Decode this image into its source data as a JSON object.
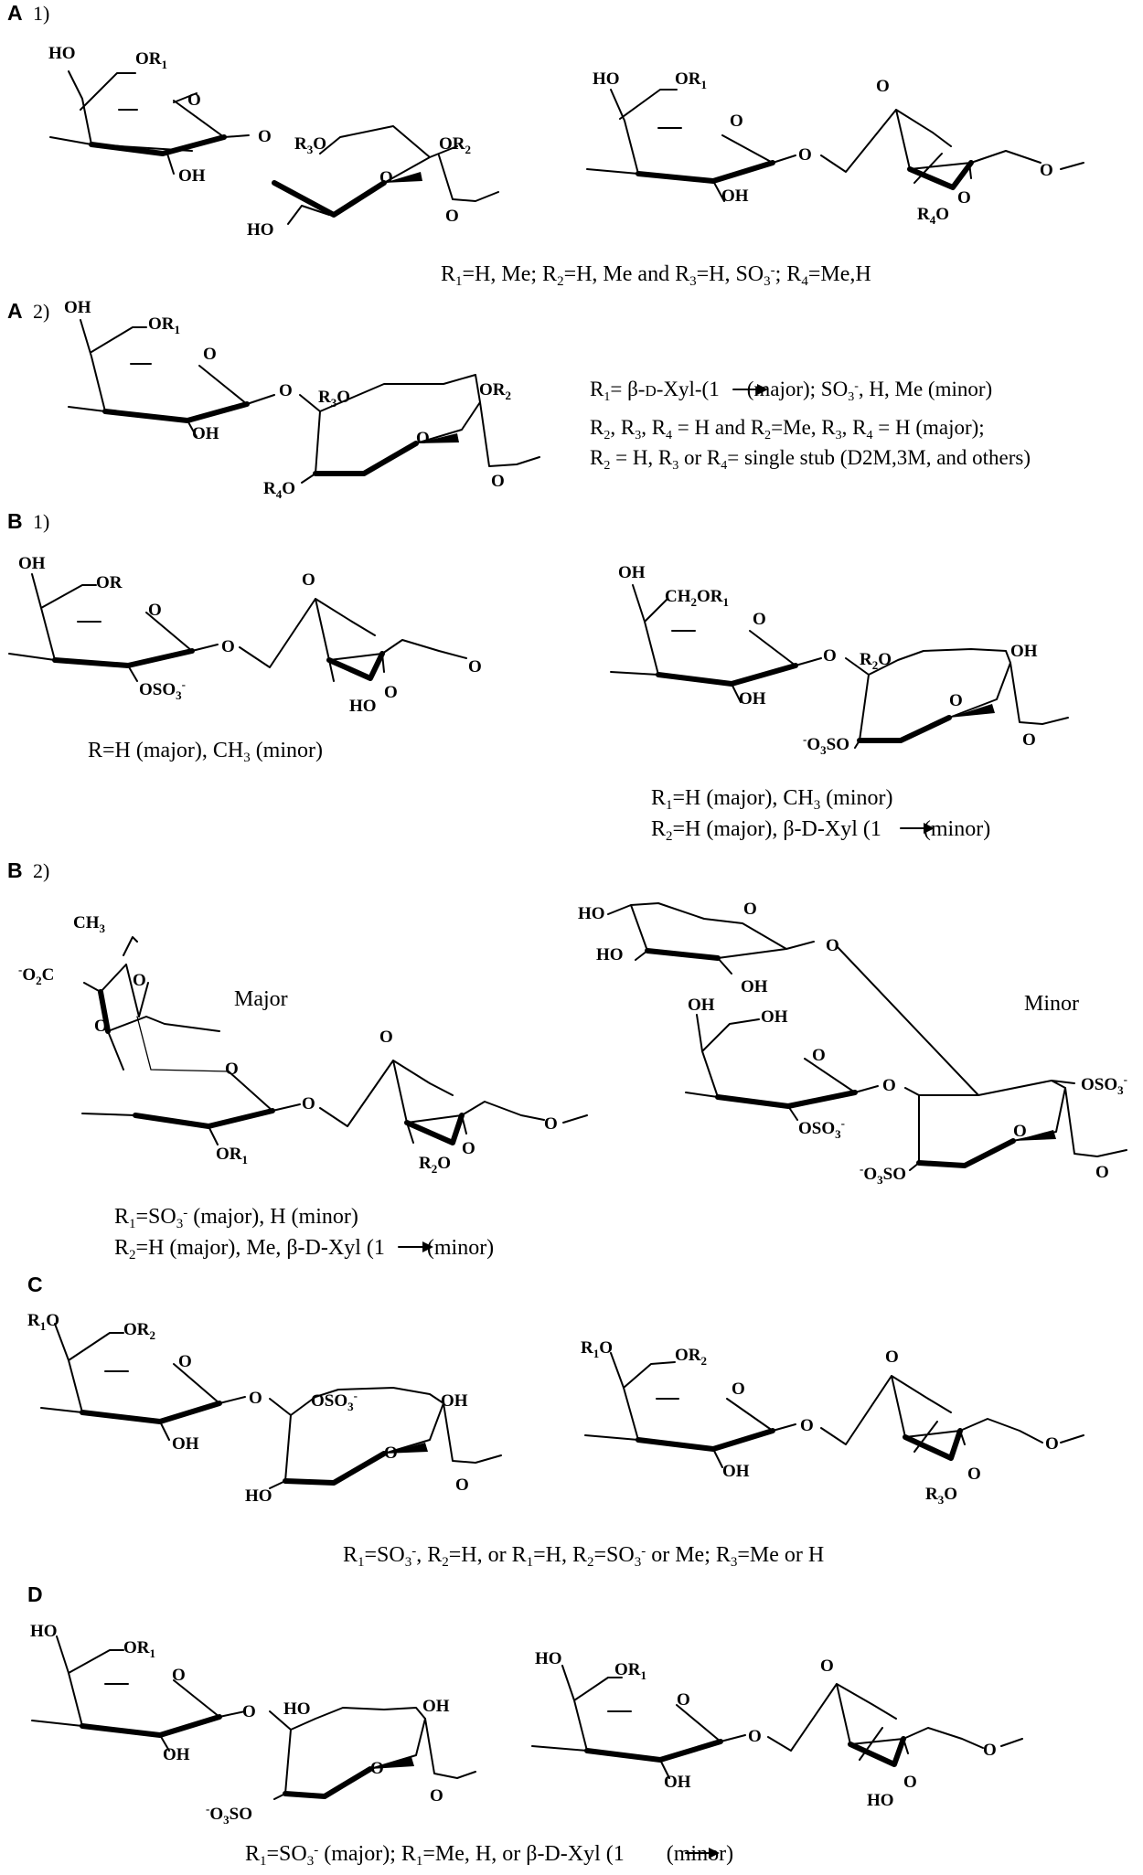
{
  "panels": {
    "A1": {
      "panel": "A",
      "index": "1)",
      "left": {
        "ho": "HO",
        "or1": "OR",
        "or1_sub": "1",
        "o_ring": "O",
        "o_link": "O",
        "oh": "OH",
        "r3o": "R",
        "r3o_sub": "3",
        "r3o_o": "O",
        "or2": "OR",
        "or2_sub": "2",
        "o_ring2": "O",
        "ho2": "HO",
        "o_end": "O"
      },
      "right": {
        "ho": "HO",
        "or1": "OR",
        "or1_sub": "1",
        "o_ring": "O",
        "o_link": "O",
        "oh": "OH",
        "o_bridge": "O",
        "o_ring2": "O",
        "r4o": "R",
        "r4o_sub": "4",
        "r4o_o": "O",
        "o_end": "O"
      },
      "caption": [
        "R",
        "1",
        "=H, Me; R",
        "2",
        "=H, Me and R",
        "3",
        "=H, SO",
        "3",
        "-",
        "; R",
        "4",
        "=Me,H"
      ]
    },
    "A2": {
      "panel": "A",
      "index": "2)",
      "oh": "OH",
      "or1": "OR",
      "or1_sub": "1",
      "o_ring": "O",
      "o_link": "O",
      "oh2": "OH",
      "r3o": "R",
      "r3o_sub": "3",
      "r3o_o": "O",
      "or2": "OR",
      "or2_sub": "2",
      "o_ring2": "O",
      "r4o": "R",
      "r4o_sub": "4",
      "r4o_o": "O",
      "o_end": "O",
      "note1": [
        "R",
        "1",
        "= β-",
        "D",
        "-Xyl-(1",
        "(major); SO",
        "3",
        "-",
        ", H, Me (minor)"
      ],
      "note2": [
        "R",
        "2",
        ", R",
        "3",
        ", R",
        "4",
        " = H and R",
        "2",
        "=Me, R",
        "3",
        ", R",
        "4",
        " = H (major);"
      ],
      "note3": [
        "R",
        "2",
        " = H, R",
        "3",
        " or R",
        "4",
        "= single stub (D2M,3M, and others)"
      ]
    },
    "B1": {
      "panel": "B",
      "index": "1)",
      "left": {
        "oh": "OH",
        "or": "OR",
        "o_ring": "O",
        "o_link": "O",
        "oso3": "OSO",
        "oso3_sub": "3",
        "oso3_sup": "-",
        "o_bridge": "O",
        "ho": "HO",
        "o_ring2": "O",
        "o_end": "O"
      },
      "left_caption": [
        "R=H (major), CH",
        "3",
        " (minor)"
      ],
      "right": {
        "oh": "OH",
        "ch2or1": "CH",
        "ch2or1_sub": "2",
        "ch2or1_or": "OR",
        "ch2or1_sub2": "1",
        "o_ring": "O",
        "o_link": "O",
        "oh2": "OH",
        "r2o": "R",
        "r2o_sub": "2",
        "r2o_o": "O",
        "oh3": "OH",
        "o_ring2": "O",
        "o3so": "-",
        "o3so_o": "O",
        "o3so_sub": "3",
        "o3so_so": "SO",
        "o_end": "O"
      },
      "right_caption1": [
        "R",
        "1",
        "=H (major), CH",
        "3",
        " (minor)"
      ],
      "right_caption2": [
        "R",
        "2",
        "=H (major), β-D-Xyl (1",
        "(minor)"
      ]
    },
    "B2": {
      "panel": "B",
      "index": "2)",
      "left": {
        "ch3": "CH",
        "ch3_sub": "3",
        "o2c": "-",
        "o2c_o": "O",
        "o2c_sub": "2",
        "o2c_c": "C",
        "o_a": "O",
        "o_b": "O",
        "major": "Major",
        "o_ring": "O",
        "o_link": "O",
        "or1": "OR",
        "or1_sub": "1",
        "o_bridge": "O",
        "r2o": "R",
        "r2o_sub": "2",
        "r2o_o": "O",
        "o_ring2": "O",
        "o_end": "O"
      },
      "caption1": [
        "R",
        "1",
        "=SO",
        "3",
        "-",
        " (major), H (minor)"
      ],
      "caption2": [
        "R",
        "2",
        "=H (major), Me, β-D-Xyl (1",
        "(minor)"
      ],
      "right": {
        "ho1": "HO",
        "o_x": "O",
        "ho2": "HO",
        "oh_x": "OH",
        "o_xlink": "O",
        "minor": "Minor",
        "oh1": "OH",
        "oh2": "OH",
        "o_ring": "O",
        "o_link": "O",
        "oso3a": "OSO",
        "oso3a_sub": "3",
        "oso3a_sup": "-",
        "oso3b": "OSO",
        "oso3b_sub": "3",
        "oso3b_sup": "-",
        "o_ring2": "O",
        "o3so": "-",
        "o3so_o": "O",
        "o3so_sub": "3",
        "o3so_so": "SO",
        "o_end": "O"
      }
    },
    "C": {
      "panel": "C",
      "left": {
        "r1o": "R",
        "r1o_sub": "1",
        "r1o_o": "O",
        "or2": "OR",
        "or2_sub": "2",
        "o_ring": "O",
        "o_link": "O",
        "oh": "OH",
        "oso3": "OSO",
        "oso3_sub": "3",
        "oso3_sup": "-",
        "oh2": "OH",
        "o_ring2": "O",
        "ho": "HO",
        "o_end": "O"
      },
      "right": {
        "r1o": "R",
        "r1o_sub": "1",
        "r1o_o": "O",
        "or2": "OR",
        "or2_sub": "2",
        "o_ring": "O",
        "o_link": "O",
        "oh": "OH",
        "o_bridge": "O",
        "o_end": "O",
        "r3o": "R",
        "r3o_sub": "3",
        "r3o_o": "O",
        "o_ring2": "O"
      },
      "caption": [
        "R",
        "1",
        "=SO",
        "3",
        "-",
        ", R",
        "2",
        "=H, or R",
        "1",
        "=H, R",
        "2",
        "=SO",
        "3",
        "-",
        " or Me; R",
        "3",
        "=Me or H"
      ]
    },
    "D": {
      "panel": "D",
      "left": {
        "ho": "HO",
        "or1": "OR",
        "or1_sub": "1",
        "o_ring": "O",
        "o_link": "O",
        "oh": "OH",
        "ho2": "HO",
        "oh2": "OH",
        "o_ring2": "O",
        "o3so": "-",
        "o3so_o": "O",
        "o3so_sub": "3",
        "o3so_so": "SO",
        "o_end": "O"
      },
      "right": {
        "ho": "HO",
        "or1": "OR",
        "or1_sub": "1",
        "o_ring": "O",
        "o_link": "O",
        "oh": "OH",
        "o_bridge": "O",
        "o_end": "O",
        "ho2": "HO",
        "o_ring2": "O"
      },
      "caption": [
        "R",
        "1",
        "=SO",
        "3",
        "-",
        " (major); R",
        "1",
        "=Me, H, or β-D-Xyl (1",
        "(minor)"
      ]
    }
  }
}
